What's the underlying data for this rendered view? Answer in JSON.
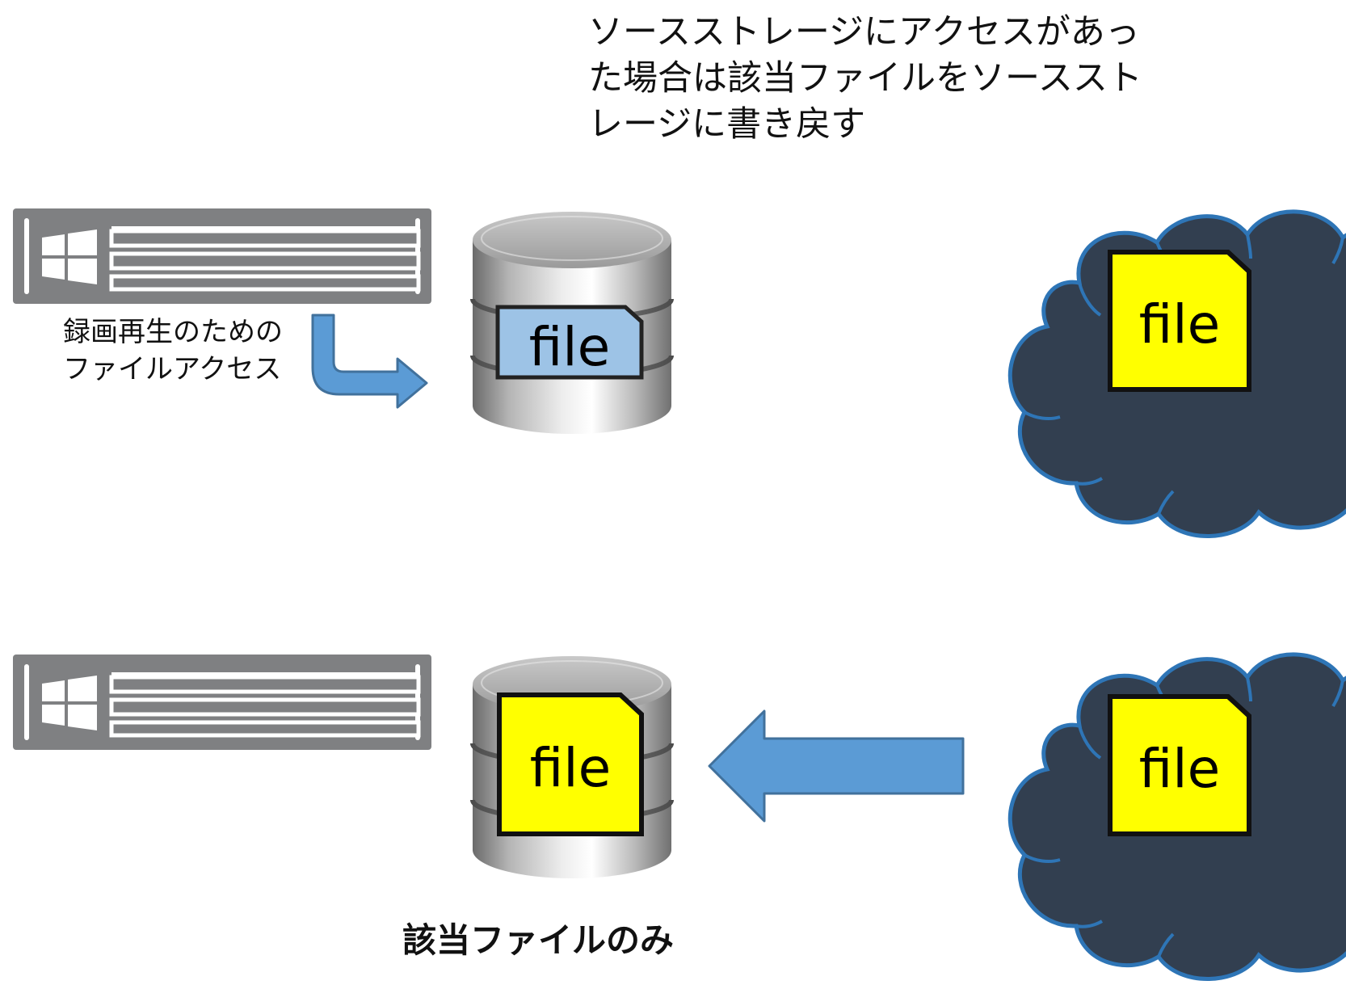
{
  "caption": {
    "line1": "ソースストレージにアクセスがあっ",
    "line2": "た場合は該当ファイルをソーススト",
    "line3": "レージに書き戻す"
  },
  "access_label": {
    "line1": "録画再生のための",
    "line2": "ファイルアクセス"
  },
  "bottom_label": "該当ファイルのみ",
  "file_label": "file",
  "colors": {
    "server_gray": "#7f8082",
    "arrow_blue": "#5b9bd5",
    "arrow_stroke": "#41719c",
    "cloud_fill": "#323f50",
    "cloud_stroke": "#2e75b6",
    "file_yellow": "#ffff00",
    "file_light_blue": "#9dc3e6"
  },
  "icons": [
    "windows-server-icon",
    "database-cylinder-icon",
    "cloud-icon",
    "file-icon",
    "bent-arrow-icon",
    "left-arrow-icon"
  ]
}
